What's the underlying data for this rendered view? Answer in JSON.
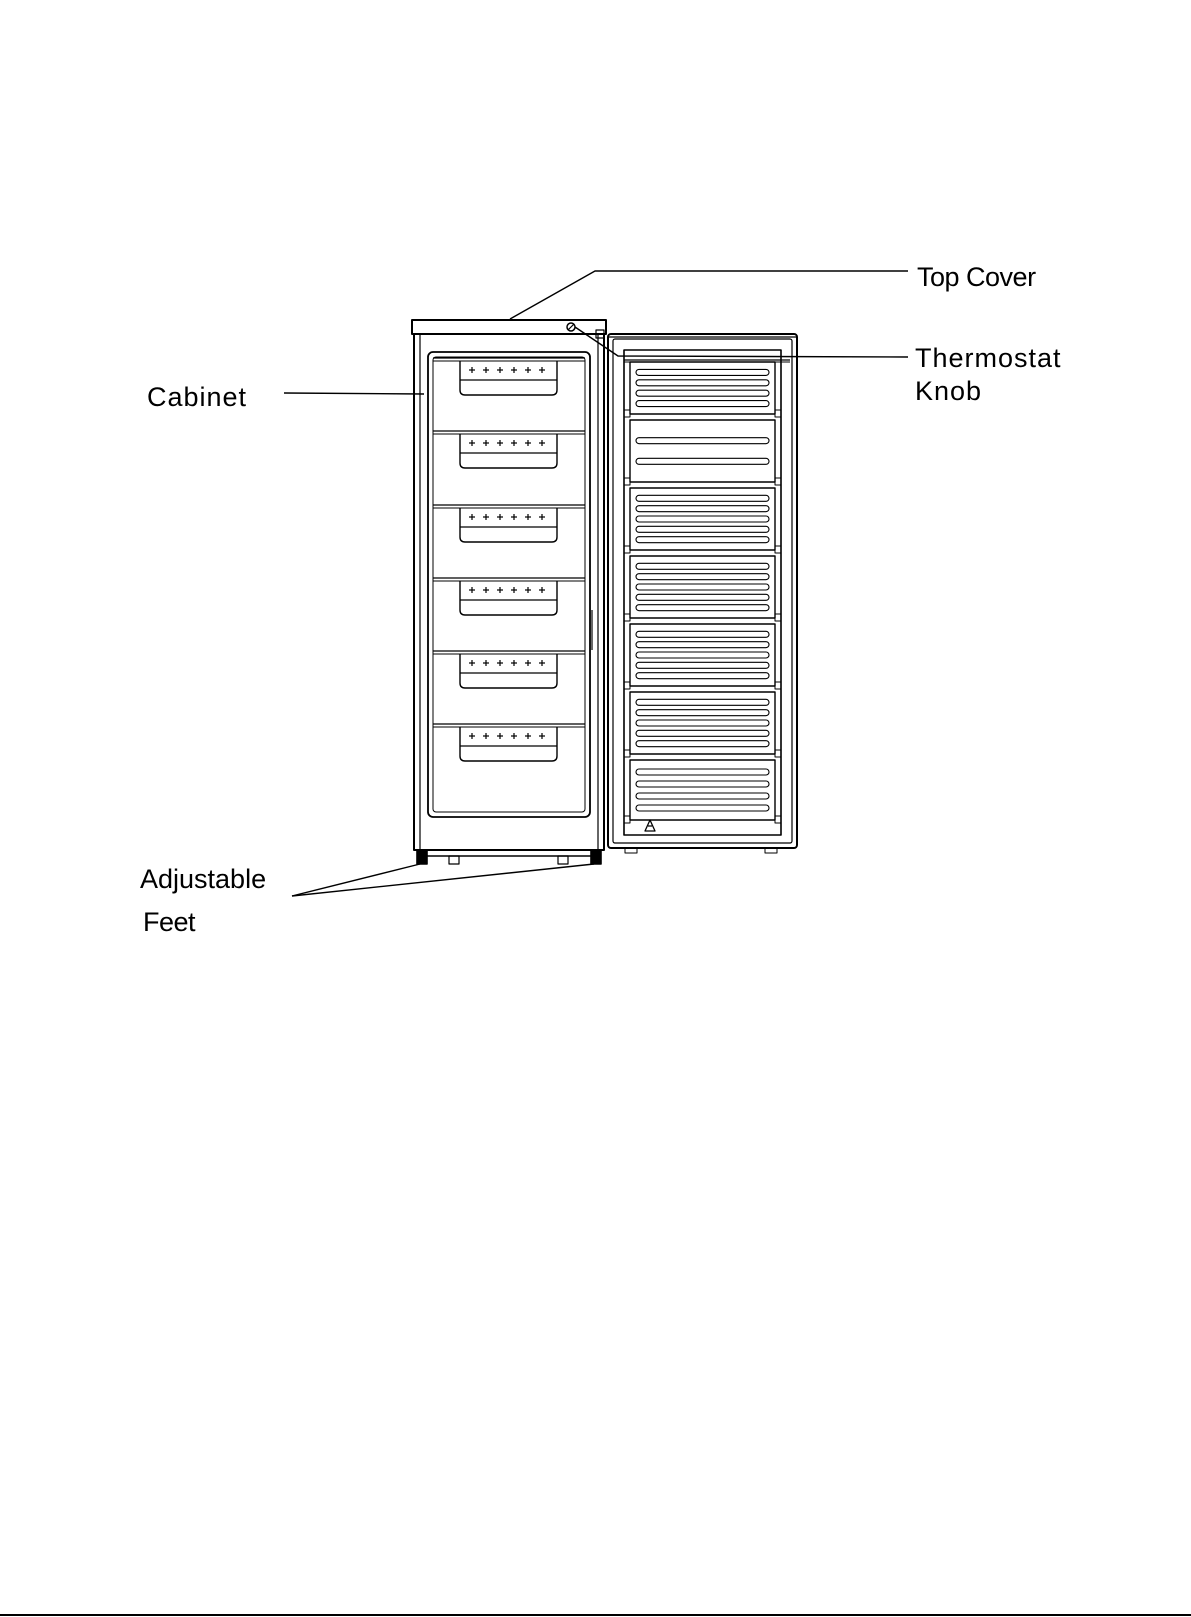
{
  "labels": {
    "top_cover": "Top Cover",
    "thermostat_knob_line1": "Thermostat",
    "thermostat_knob_line2": "Knob",
    "cabinet": "Cabinet",
    "adjustable_feet_line1": "Adjustable",
    "adjustable_feet_line2": "Feet"
  },
  "colors": {
    "line": "#000000",
    "background": "#ffffff"
  }
}
